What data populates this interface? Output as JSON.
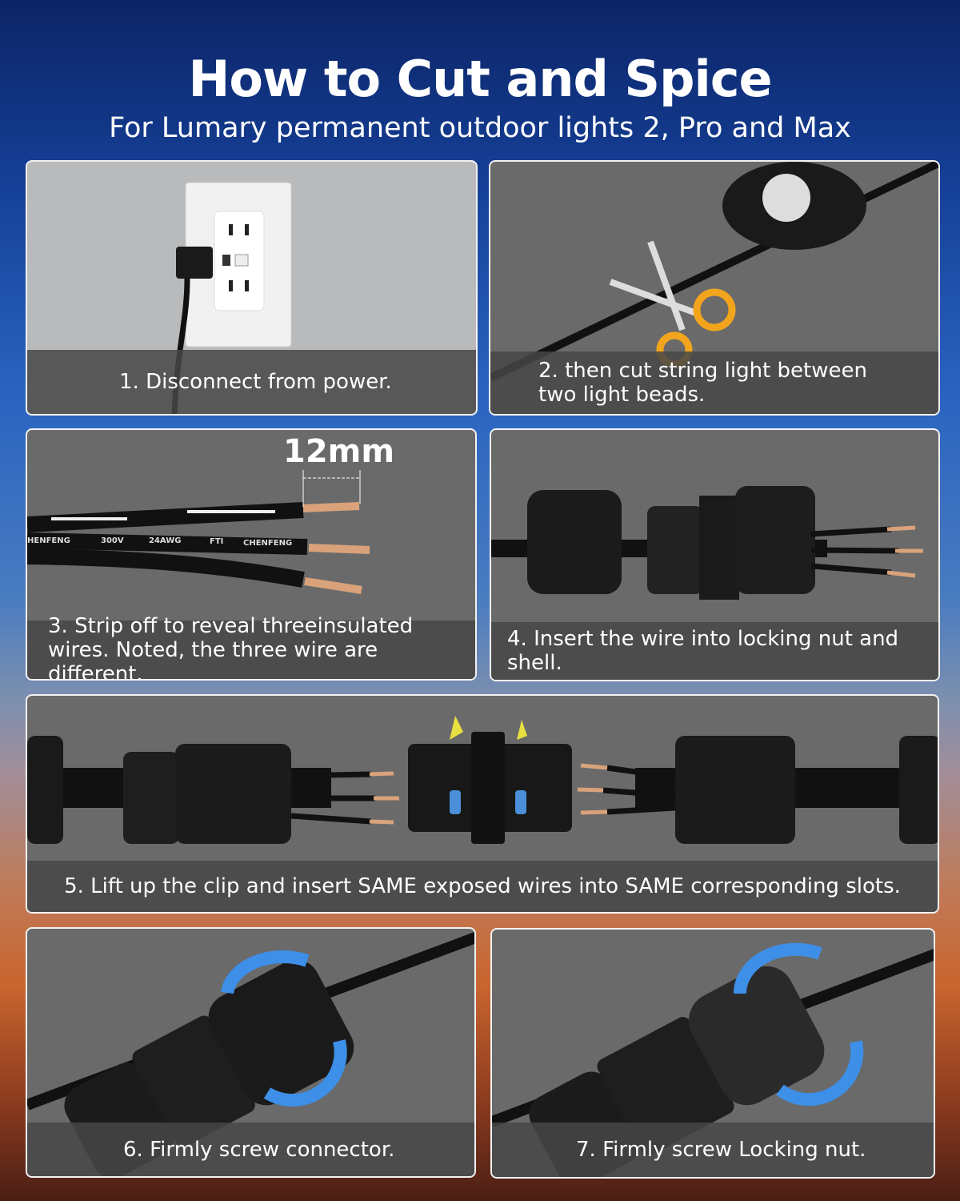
{
  "header": {
    "title": "How to Cut and Spice",
    "subtitle": "For Lumary permanent outdoor lights 2, Pro and Max"
  },
  "steps": [
    {
      "caption": "1. Disconnect from power."
    },
    {
      "caption": "2. then cut string light between two light beads."
    },
    {
      "caption": "3. Strip off to reveal threeinsulated wires. Noted, the three wire are different."
    },
    {
      "caption": "4. Insert the wire into locking nut and shell."
    },
    {
      "caption": "5. Lift up the clip and insert SAME exposed wires into SAME corresponding slots."
    },
    {
      "caption": "6. Firmly screw connector."
    },
    {
      "caption": "7. Firmly screw Locking nut."
    }
  ],
  "measure_label": "12mm",
  "wire_print": [
    "HENFENG",
    "300V",
    "24AWG",
    "FTI",
    "CHENFENG"
  ],
  "colors": {
    "panel": "#6a6a6a",
    "copper": "#d9a27a",
    "arrow": "#3d8fe8",
    "scissor": "#f2a51c"
  }
}
